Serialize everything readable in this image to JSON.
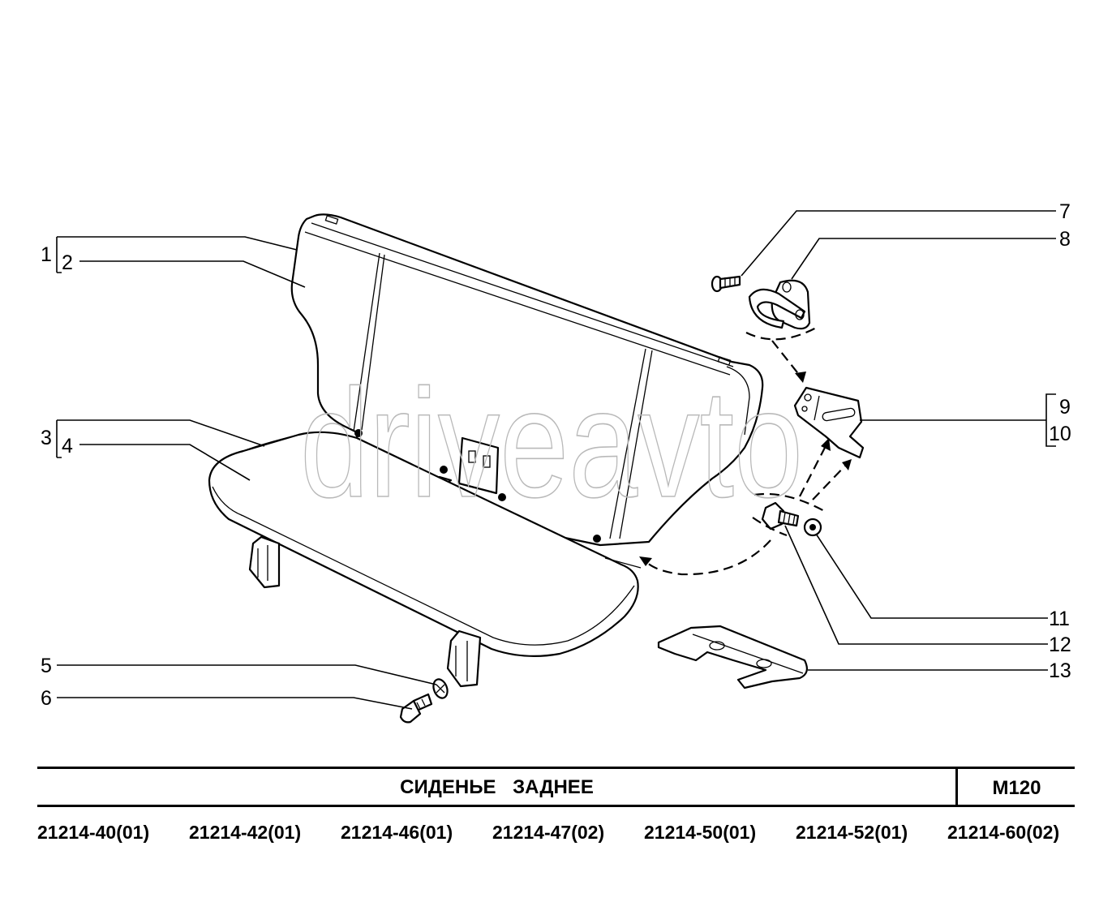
{
  "watermark": "driveavto",
  "callouts": [
    "1",
    "2",
    "3",
    "4",
    "5",
    "6",
    "7",
    "8",
    "9",
    "10",
    "11",
    "12",
    "13"
  ],
  "title": "СИДЕНЬЕ   ЗАДНЕЕ",
  "code": "М120",
  "models": [
    "21214-40(01)",
    "21214-42(01)",
    "21214-46(01)",
    "21214-47(02)",
    "21214-50(01)",
    "21214-52(01)",
    "21214-60(02)"
  ]
}
